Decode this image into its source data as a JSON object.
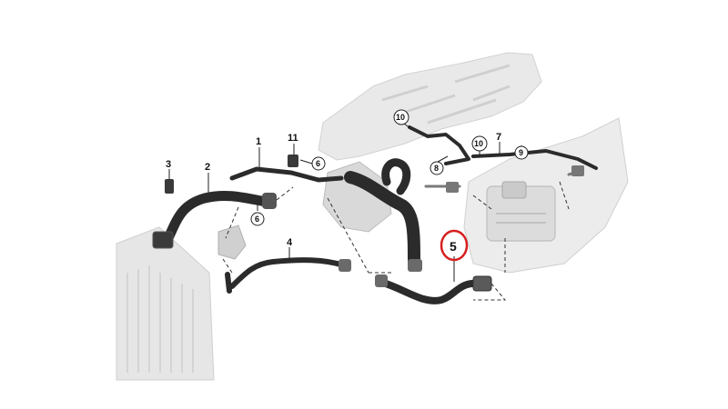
{
  "diagram": {
    "callouts": {
      "c1": "1",
      "c2": "2",
      "c3": "3",
      "c4": "4",
      "c5": "5",
      "c6a": "6",
      "c6b": "6",
      "c7": "7",
      "c8": "8",
      "c9": "9",
      "c10a": "10",
      "c10b": "10",
      "c11": "11"
    },
    "highlight": {
      "target": "5",
      "color": "#d62020"
    },
    "colors": {
      "hose": "#2b2b2b",
      "component_grey": "#d6d6d6",
      "background_panel": "#ececec"
    }
  }
}
